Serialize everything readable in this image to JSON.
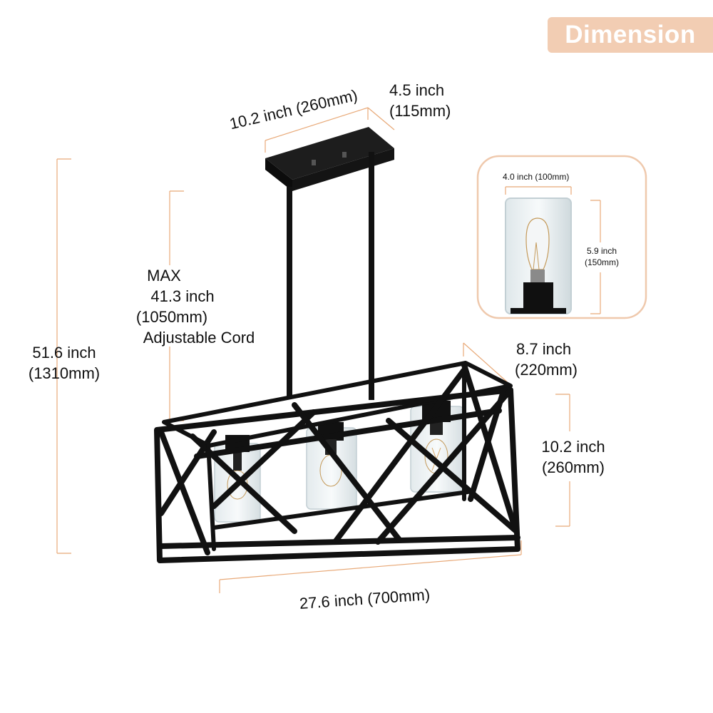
{
  "badge": {
    "label": "Dimension"
  },
  "dimensions": {
    "canopy_length": "10.2 inch (260mm)",
    "canopy_width_in": "4.5 inch",
    "canopy_width_mm": "(115mm)",
    "cord": {
      "line1": "MAX",
      "line2": "41.3 inch",
      "line3": "(1050mm)",
      "line4": "Adjustable Cord"
    },
    "total_height_in": "51.6 inch",
    "total_height_mm": "(1310mm)",
    "frame_depth_in": "8.7 inch",
    "frame_depth_mm": "(220mm)",
    "frame_height_in": "10.2 inch",
    "frame_height_mm": "(260mm)",
    "frame_length": "27.6 inch (700mm)"
  },
  "shade": {
    "width": "4.0 inch (100mm)",
    "height_in": "5.9 inch",
    "height_mm": "(150mm)"
  },
  "colors": {
    "badge_background": "#f2cdb3",
    "dimension_lines": "#e8a978",
    "fixture": "#111111",
    "glass": "#c8d4da"
  },
  "icons": {
    "fixture": "chandelier-illustration",
    "shade": "glass-shade-bulb-illustration"
  }
}
